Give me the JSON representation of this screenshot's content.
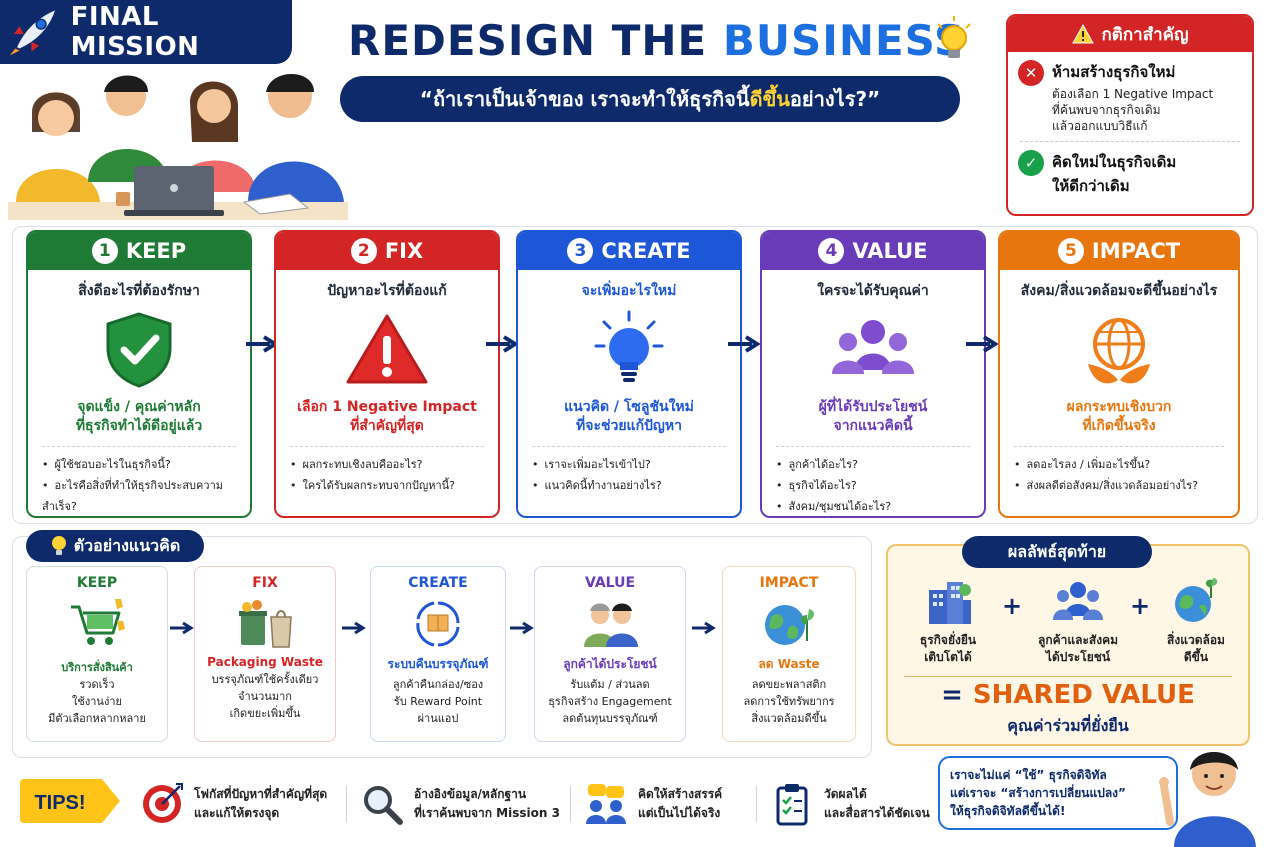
{
  "header": {
    "mission_label": "FINAL MISSION",
    "title_main": "REDESIGN THE ",
    "title_accent": "BUSINESS",
    "question_before": "“ถ้าเราเป็นเจ้าของ เราจะทำให้ธุรกิจนี้",
    "question_accent": "ดีขึ้น",
    "question_after": "อย่างไร?”"
  },
  "rules": {
    "title": "กติกาสำคัญ",
    "items": [
      {
        "title": "ห้ามสร้างธุรกิจใหม่",
        "desc_1": "ต้องเลือก 1 Negative Impact",
        "desc_2": "ที่ค้นพบจากธุรกิจเดิม",
        "desc_3": "แล้วออกแบบวิธีแก้"
      },
      {
        "title_1": "คิดใหม่ในธุรกิจเดิม",
        "title_2": "ให้ดีกว่าเดิม"
      }
    ]
  },
  "steps": [
    {
      "num": "1",
      "name": "KEEP",
      "sub": "สิ่งดีอะไรที่ต้องรักษา",
      "desc_1": "จุดแข็ง / คุณค่าหลัก",
      "desc_2": "ที่ธุรกิจทำได้ดีอยู่แล้ว",
      "bullets": [
        "ผู้ใช้ชอบอะไรในธุรกิจนี้?",
        "อะไรคือสิ่งที่ทำให้ธุรกิจประสบความสำเร็จ?"
      ],
      "color": "#1e7a34"
    },
    {
      "num": "2",
      "name": "FIX",
      "sub": "ปัญหาอะไรที่ต้องแก้",
      "desc_1": "เลือก 1 Negative Impact",
      "desc_2": "ที่สำคัญที่สุด",
      "bullets": [
        "ผลกระทบเชิงลบคืออะไร?",
        "ใครได้รับผลกระทบจากปัญหานี้?"
      ],
      "color": "#d32525"
    },
    {
      "num": "3",
      "name": "CREATE",
      "sub": "จะเพิ่มอะไรใหม่",
      "desc_1": "แนวคิด / โซลูชันใหม่",
      "desc_2": "ที่จะช่วยแก้ปัญหา",
      "bullets": [
        "เราจะเพิ่มอะไรเข้าไป?",
        "แนวคิดนี้ทำงานอย่างไร?"
      ],
      "color": "#1d56d6"
    },
    {
      "num": "4",
      "name": "VALUE",
      "sub": "ใครจะได้รับคุณค่า",
      "desc_1": "ผู้ที่ได้รับประโยชน์",
      "desc_2": "จากแนวคิดนี้",
      "bullets": [
        "ลูกค้าได้อะไร?",
        "ธุรกิจได้อะไร?",
        "สังคม/ชุมชนได้อะไร?"
      ],
      "color": "#6a3bb8"
    },
    {
      "num": "5",
      "name": "IMPACT",
      "sub": "สังคม/สิ่งแวดล้อมจะดีขึ้นอย่างไร",
      "desc_1": "ผลกระทบเชิงบวก",
      "desc_2": "ที่เกิดขึ้นจริง",
      "bullets": [
        "ลดอะไรลง / เพิ่มอะไรขึ้น?",
        "ส่งผลดีต่อสังคม/สิ่งแวดล้อมอย่างไร?"
      ],
      "color": "#e8760f"
    }
  ],
  "example": {
    "title": "ตัวอย่างแนวคิด",
    "cards": [
      {
        "label": "KEEP",
        "sub": "",
        "lines": [
          "บริการสั่งสินค้า",
          "รวดเร็ว",
          "ใช้งานง่าย",
          "มีตัวเลือกหลากหลาย"
        ]
      },
      {
        "label": "FIX",
        "sub": "Packaging Waste",
        "lines": [
          "บรรจุภัณฑ์ใช้ครั้งเดียว",
          "จำนวนมาก",
          "เกิดขยะเพิ่มขึ้น"
        ]
      },
      {
        "label": "CREATE",
        "sub": "ระบบคืนบรรจุภัณฑ์",
        "lines": [
          "ลูกค้าคืนกล่อง/ซอง",
          "รับ Reward Point",
          "ผ่านแอป"
        ]
      },
      {
        "label": "VALUE",
        "sub": "ลูกค้าได้ประโยชน์",
        "lines": [
          "รับแต้ม / ส่วนลด",
          "ธุรกิจสร้าง Engagement",
          "ลดต้นทุนบรรจุภัณฑ์"
        ]
      },
      {
        "label": "IMPACT",
        "sub": "ลด Waste",
        "lines": [
          "ลดขยะพลาสติก",
          "ลดการใช้ทรัพยากร",
          "สิ่งแวดล้อมดีขึ้น"
        ]
      }
    ]
  },
  "result": {
    "title": "ผลลัพธ์สุดท้าย",
    "items": [
      {
        "line_1": "ธุรกิจยั่งยืน",
        "line_2": "เติบโตได้"
      },
      {
        "line_1": "ลูกค้าและสังคม",
        "line_2": "ได้ประโยชน์"
      },
      {
        "line_1": "สิ่งแวดล้อม",
        "line_2": "ดีขึ้น"
      }
    ],
    "plus": "+",
    "equals": "=",
    "shared_value": "SHARED VALUE",
    "shared_sub": "คุณค่าร่วมที่ยั่งยืน"
  },
  "tips": {
    "badge": "TIPS!",
    "items": [
      {
        "line_1": "โฟกัสที่ปัญหาที่สำคัญที่สุด",
        "line_2": "และแก้ให้ตรงจุด"
      },
      {
        "line_1": "อ้างอิงข้อมูล/หลักฐาน",
        "line_2": "ที่เราค้นพบจาก Mission 3"
      },
      {
        "line_1": "คิดให้สร้างสรรค์",
        "line_2": "แต่เป็นไปได้จริง"
      },
      {
        "line_1": "วัดผลได้",
        "line_2": "และสื่อสารได้ชัดเจน"
      }
    ]
  },
  "speech": {
    "line_1": "เราจะไม่แค่ “ใช้” ธุรกิจดิจิทัล",
    "line_2": "แต่เราจะ “สร้างการเปลี่ยนแปลง”",
    "line_3": "ให้ธุรกิจดิจิทัลดีขึ้นได้!"
  }
}
